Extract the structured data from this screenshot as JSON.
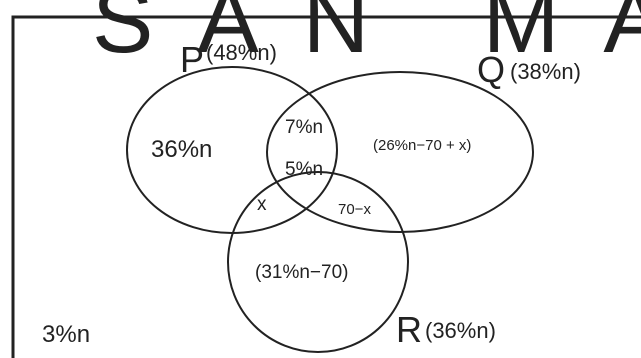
{
  "watermark": "SAN MAR",
  "sets": {
    "P": {
      "letter": "P",
      "share": "(48%n)"
    },
    "Q": {
      "letter": "Q",
      "share": "(38%n)"
    },
    "R": {
      "letter": "R",
      "share": "(36%n)"
    }
  },
  "regions": {
    "p_only": "36%n",
    "pq_only": "7%n",
    "pqr": "5%n",
    "q_only": "(26%n−70 + x)",
    "pr_only": "x",
    "qr_only": "70−x",
    "r_only": "(31%n−70)",
    "outside": "3%n"
  },
  "colors": {
    "outline": "#222222",
    "watermark": "#f2b9bf"
  }
}
